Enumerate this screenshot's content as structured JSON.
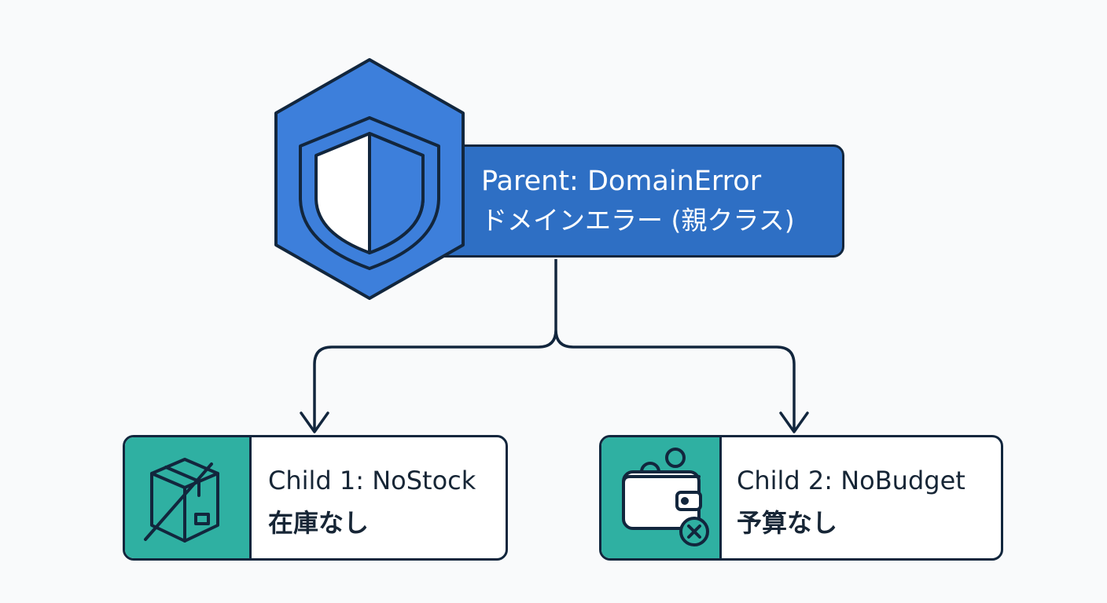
{
  "parent": {
    "title": "Parent: DomainError",
    "subtitle": "ドメインエラー (親クラス)",
    "icon": "shield-icon",
    "color": "#2e6fc4"
  },
  "children": [
    {
      "title": "Child 1: NoStock",
      "subtitle": "在庫なし",
      "icon": "crossed-out-box-icon",
      "color": "#2fb0a2"
    },
    {
      "title": "Child 2: NoBudget",
      "subtitle": "予算なし",
      "icon": "wallet-error-icon",
      "color": "#2fb0a2"
    }
  ],
  "colors": {
    "stroke": "#12263d",
    "background": "#f9fafb"
  }
}
